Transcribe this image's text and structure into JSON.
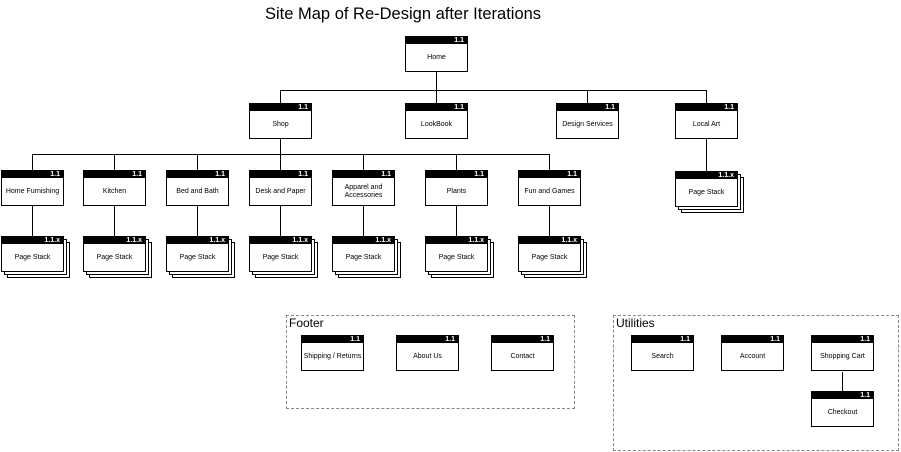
{
  "title": "Site Map of Re-Design after Iterations",
  "home": {
    "id": "1.1",
    "label": "Home"
  },
  "level1": [
    {
      "id": "1.1",
      "label": "Shop"
    },
    {
      "id": "1.1",
      "label": "LookBook"
    },
    {
      "id": "1.1",
      "label": "Design Services"
    },
    {
      "id": "1.1",
      "label": "Local Art"
    }
  ],
  "shop_children": [
    {
      "id": "1.1",
      "label": "Home Furnishing"
    },
    {
      "id": "1.1",
      "label": "Kitchen"
    },
    {
      "id": "1.1",
      "label": "Bed and Bath"
    },
    {
      "id": "1.1",
      "label": "Desk and Paper"
    },
    {
      "id": "1.1",
      "label": "Apparel and Accessories"
    },
    {
      "id": "1.1",
      "label": "Plants"
    },
    {
      "id": "1.1",
      "label": "Fun and Games"
    }
  ],
  "page_stack": {
    "id": "1.1.x",
    "label": "Page Stack"
  },
  "footer": {
    "label": "Footer",
    "items": [
      {
        "id": "1.1",
        "label": "Shipping / Returns"
      },
      {
        "id": "1.1",
        "label": "About Us"
      },
      {
        "id": "1.1",
        "label": "Contact"
      }
    ]
  },
  "utilities": {
    "label": "Utilities",
    "items": [
      {
        "id": "1.1",
        "label": "Search"
      },
      {
        "id": "1.1",
        "label": "Account"
      },
      {
        "id": "1.1",
        "label": "Shopping Cart"
      }
    ],
    "checkout": {
      "id": "1.1",
      "label": "Checkout"
    }
  }
}
